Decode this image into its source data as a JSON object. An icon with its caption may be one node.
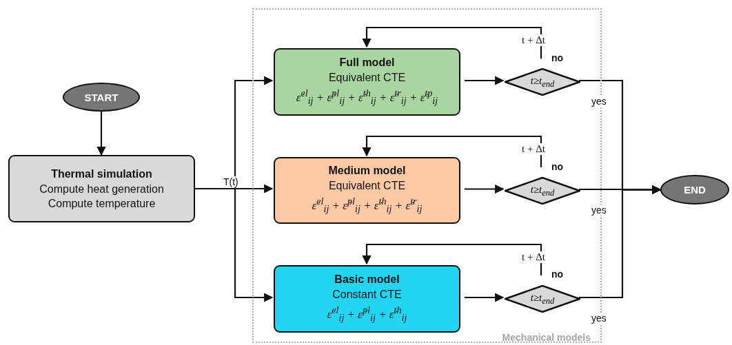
{
  "diagram": {
    "nodes": [
      {
        "text": [
          "START"
        ]
      },
      {
        "text": [
          "Thermal simulation",
          "Compute heat generation",
          "Compute temperature"
        ]
      },
      {
        "text": [
          "Mechanical models"
        ]
      },
      {
        "text": [
          "Full model",
          "Equivalent CTE",
          "ε̇$^{el}$$_{ij}$ + ε̇$^{pl}$$_{ij}$ + ε̇$^{th}$$_{ij}$ + ε̇$^{tr}$$_{ij}$ + ε̇$^{tp}$$_{ij}$"
        ],
        "in": 2
      },
      {
        "text": [
          "t≥t$_{end}$"
        ],
        "in": 2
      },
      {
        "text": [
          "Medium model",
          "Equivalent CTE",
          "ε̇$^{el}$$_{ij}$ + ε̇$^{pl}$$_{ij}$ + ε̇$^{th}$$_{ij}$ + ε̇$^{tr}$$_{ij}$"
        ],
        "in": 2
      },
      {
        "text": [
          "t≥t$_{end}$"
        ],
        "in": 2
      },
      {
        "text": [
          "Basic model",
          "Constant CTE",
          "ε̇$^{el}$$_{ij}$ + ε̇$^{pl}$$_{ij}$ + ε̇$^{th}$$_{ij}$"
        ],
        "in": 2
      },
      {
        "text": [
          "t≥t$_{end}$"
        ],
        "in": 2
      },
      {
        "text": [
          "END"
        ]
      }
    ],
    "edges": [
      {
        "from": 0,
        "to": 1,
        "arrow": "to"
      },
      {
        "from": 1,
        "to": 3,
        "arrow": "to"
      },
      {
        "from": 1,
        "to": 5,
        "arrow": "to",
        "label": "T(t)"
      },
      {
        "from": 1,
        "to": 7,
        "arrow": "to"
      },
      {
        "from": 3,
        "to": 4,
        "arrow": "to"
      },
      {
        "from": 4,
        "to": 3,
        "arrow": "to",
        "label": "t + Δt"
      },
      {
        "from": 5,
        "to": 6,
        "arrow": "to"
      },
      {
        "from": 6,
        "to": 5,
        "arrow": "to",
        "label": "t + Δt"
      },
      {
        "from": 7,
        "to": 8,
        "arrow": "to"
      },
      {
        "from": 8,
        "to": 7,
        "arrow": "to",
        "label": "t + Δt"
      },
      {
        "from": 4,
        "to": 9,
        "arrow": "to",
        "label": "yes"
      },
      {
        "from": 6,
        "to": 9,
        "arrow": "to",
        "label": "yes"
      },
      {
        "from": 8,
        "to": 9,
        "arrow": "to",
        "label": "yes"
      }
    ],
    "labels": [
      "no",
      "no",
      "no"
    ]
  }
}
